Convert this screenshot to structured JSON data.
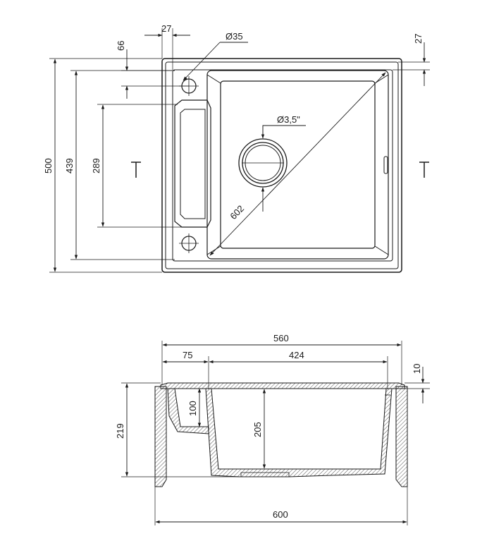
{
  "top_view": {
    "overall_height": "500",
    "outer_height": "439",
    "drainer_height": "289",
    "hole_offset": "66",
    "hole_inset": "27",
    "tap_hole_diameter": "Ø35",
    "rim_width": "27",
    "waste_diameter": "Ø3,5\"",
    "bowl_diagonal": "602"
  },
  "section_view": {
    "top_width": "560",
    "drainer_width": "75",
    "bowl_width": "424",
    "rim_thickness": "10",
    "drainer_depth": "100",
    "overall_depth": "219",
    "bowl_depth": "205",
    "cabinet_width": "600"
  }
}
